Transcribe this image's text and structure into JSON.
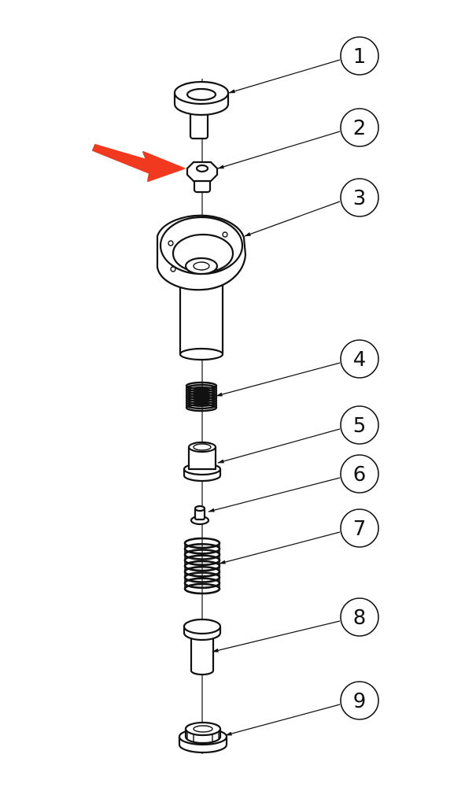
{
  "diagram": {
    "type": "exploded-assembly",
    "ink_color": "#111111",
    "background": "#ffffff",
    "highlight_color": "#f0391f",
    "highlighted_part": "2"
  },
  "parts": [
    {
      "label": "1",
      "icon": "knob-cap-icon"
    },
    {
      "label": "2",
      "icon": "hex-nut-icon"
    },
    {
      "label": "3",
      "icon": "housing-flange-icon"
    },
    {
      "label": "4",
      "icon": "small-spring-icon"
    },
    {
      "label": "5",
      "icon": "bushing-icon"
    },
    {
      "label": "6",
      "icon": "small-pin-icon"
    },
    {
      "label": "7",
      "icon": "large-spring-icon"
    },
    {
      "label": "8",
      "icon": "plunger-pin-icon"
    },
    {
      "label": "9",
      "icon": "threaded-nut-icon"
    }
  ]
}
